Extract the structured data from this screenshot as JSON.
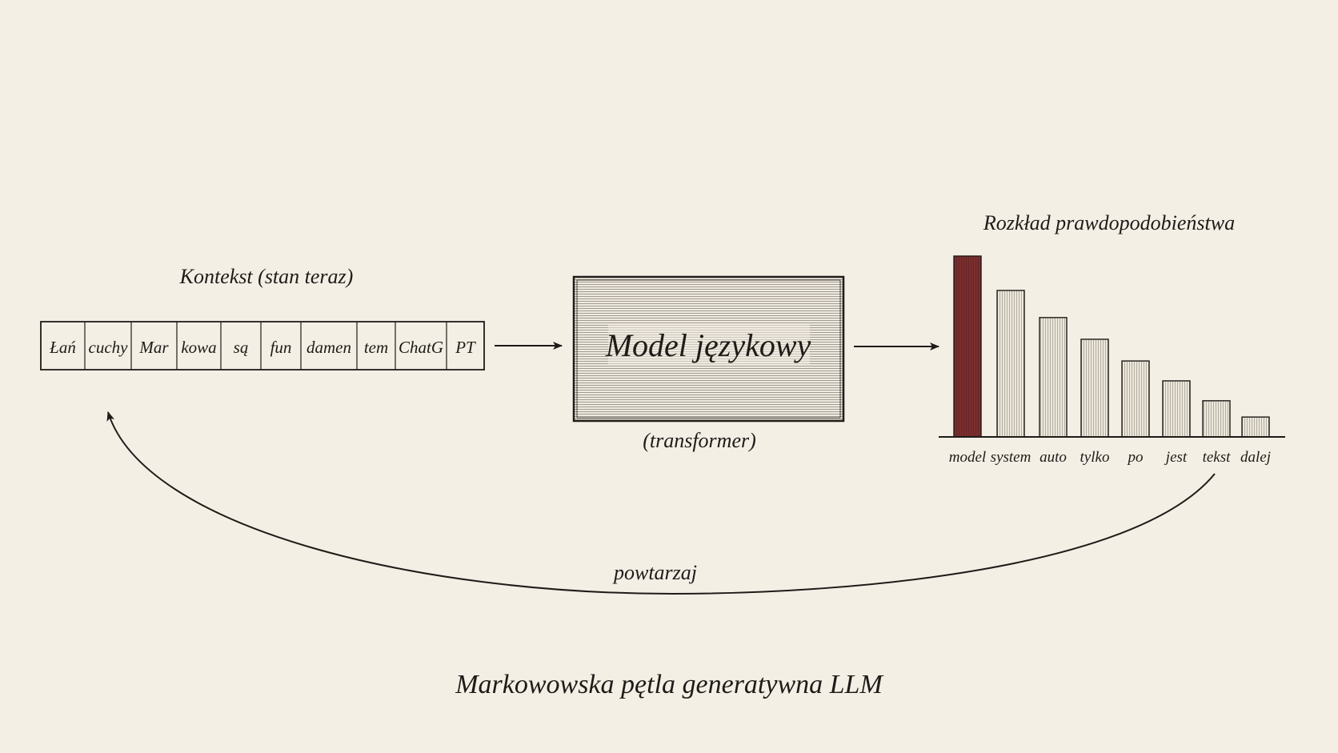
{
  "caption": "Markowowska pętla generatywna LLM",
  "context": {
    "label": "Kontekst (stan teraz)",
    "tokens": [
      "Łań",
      "cuchy",
      "Mar",
      "kowa",
      "są",
      "fun",
      "damen",
      "tem",
      "ChatG",
      "PT"
    ]
  },
  "model": {
    "label": "Model językowy",
    "sublabel": "(transformer)"
  },
  "loop": {
    "label": "powtarzaj"
  },
  "chart_data": {
    "type": "bar",
    "title": "Rozkład prawdopodobieństwa",
    "categories": [
      "model",
      "system",
      "auto",
      "tylko",
      "po",
      "jest",
      "tekst",
      "dalej"
    ],
    "values": [
      1.0,
      0.81,
      0.66,
      0.54,
      0.42,
      0.31,
      0.2,
      0.11
    ],
    "highlighted_index": 0,
    "highlight_color": "#7a2e2e",
    "bar_fill_color": "#ece7da",
    "grid": false,
    "ylim": [
      0,
      1
    ]
  },
  "colors": {
    "background": "#f3efe5",
    "ink": "#1e1b18",
    "accent": "#7a2e2e"
  }
}
